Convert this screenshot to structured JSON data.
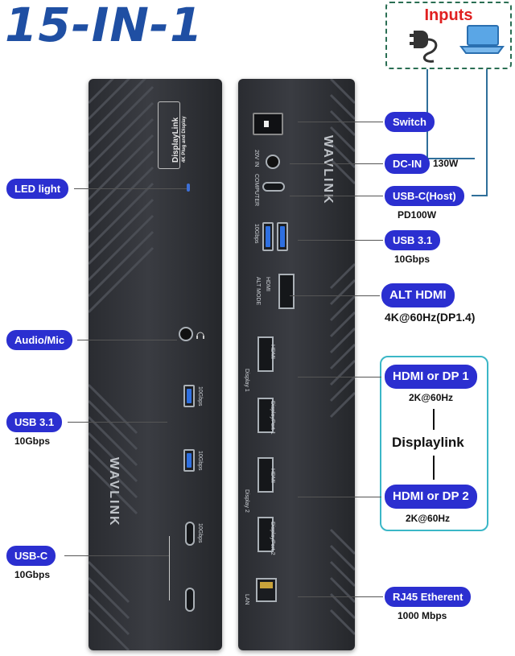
{
  "title": "15-IN-1",
  "inputs": {
    "title": "Inputs",
    "icons": [
      "power-plug-icon",
      "laptop-icon"
    ]
  },
  "colors": {
    "pill": "#2b2fd0",
    "title": "#1f4fa3",
    "inputs_title": "#e02020",
    "wire": "#2f6f9a",
    "group_border": "#3bb7c7"
  },
  "device_text": {
    "displaylink_brand": "DisplayLink",
    "displaylink_sub": "4K  Plug and Display",
    "brand_word": "WAVLINK",
    "usb_10gbps_1": "10Gbps",
    "usb_10gbps_2": "10Gbps",
    "usbc_10gbps": "10Gbps",
    "dc_in": "20V IN",
    "computer": "COMPUTER",
    "usb_host_speed": "10Gbps",
    "hdmi_alt": "HDMI",
    "alt_mode": "ALT MODE",
    "hdmi_1": "HDMI",
    "display_1": "Display 1",
    "displayport_1": "DisplayPort 1",
    "hdmi_2": "HDMI",
    "display_2": "Display 2",
    "displayport_2": "DisplayPort 2",
    "lan": "LAN"
  },
  "left_labels": {
    "led": {
      "label": "LED light"
    },
    "audio": {
      "label": "Audio/Mic"
    },
    "usb31": {
      "label": "USB 3.1",
      "sub": "10Gbps"
    },
    "usbc": {
      "label": "USB-C",
      "sub": "10Gbps"
    }
  },
  "right_labels": {
    "switch": {
      "label": "Switch"
    },
    "dcin": {
      "label": "DC-IN",
      "side": "130W"
    },
    "usbc_host": {
      "label": "USB-C(Host)",
      "sub": "PD100W"
    },
    "usb31": {
      "label": "USB 3.1",
      "sub": "10Gbps"
    },
    "alt_hdmi": {
      "label": "ALT HDMI",
      "sub": "4K@60Hz(DP1.4)"
    },
    "hdmi_dp1": {
      "label": "HDMI or DP 1",
      "sub": "2K@60Hz"
    },
    "displaylink": {
      "label": "Displaylink"
    },
    "hdmi_dp2": {
      "label": "HDMI or DP 2",
      "sub": "2K@60Hz"
    },
    "rj45": {
      "label": "RJ45 Etherent",
      "sub": "1000 Mbps"
    }
  }
}
